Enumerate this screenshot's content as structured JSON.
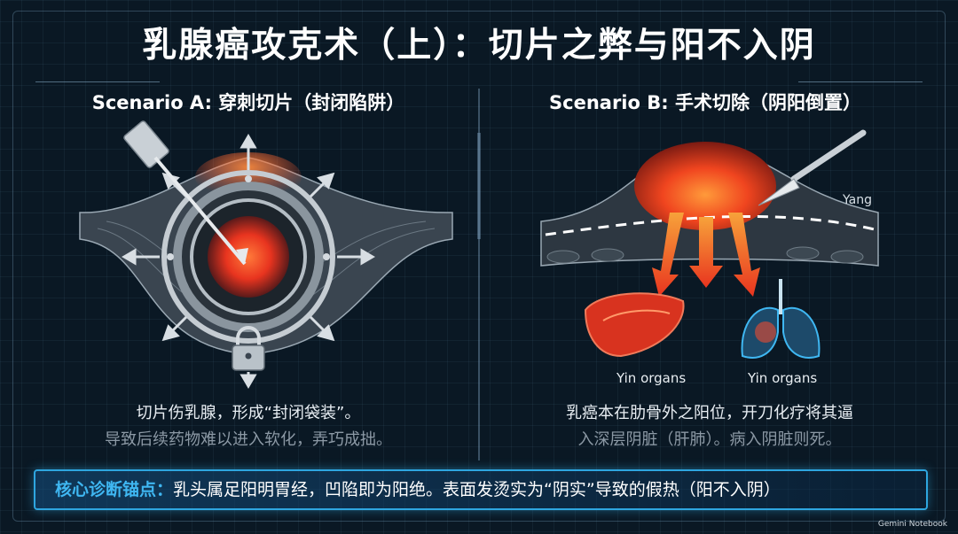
{
  "title": "乳腺癌攻克术（上）：切片之弊与阳不入阴",
  "scenario_a": {
    "heading": "Scenario A: 穿刺切片（封闭陷阱）",
    "caption_line1": "切片伤乳腺，形成“封闭袋装”。",
    "caption_line2": "导致后续药物难以进入软化，弄巧成拙。"
  },
  "scenario_b": {
    "heading": "Scenario B: 手术切除（阴阳倒置）",
    "yang_label": "Yang",
    "liver_label": "Yin organs",
    "lungs_label": "Yin organs",
    "caption_line1": "乳癌本在肋骨外之阳位，开刀化疗将其逼",
    "caption_line2": "入深层阴脏（肝肺）。病入阴脏则死。"
  },
  "anchor": {
    "key": "核心诊断锚点：",
    "body": "乳头属足阳明胃经，凹陷即为阳绝。表面发烫实为“阴实”导致的假热（阳不入阴）"
  },
  "badge": "Gemini Notebook",
  "colors": {
    "accent": "#2ea6e0",
    "tumor": "#ff4a2a",
    "arrow": "#e8341f"
  },
  "icons": [
    "biopsy-needle-icon",
    "lock-icon",
    "scalpel-icon",
    "liver-icon",
    "lungs-icon"
  ]
}
